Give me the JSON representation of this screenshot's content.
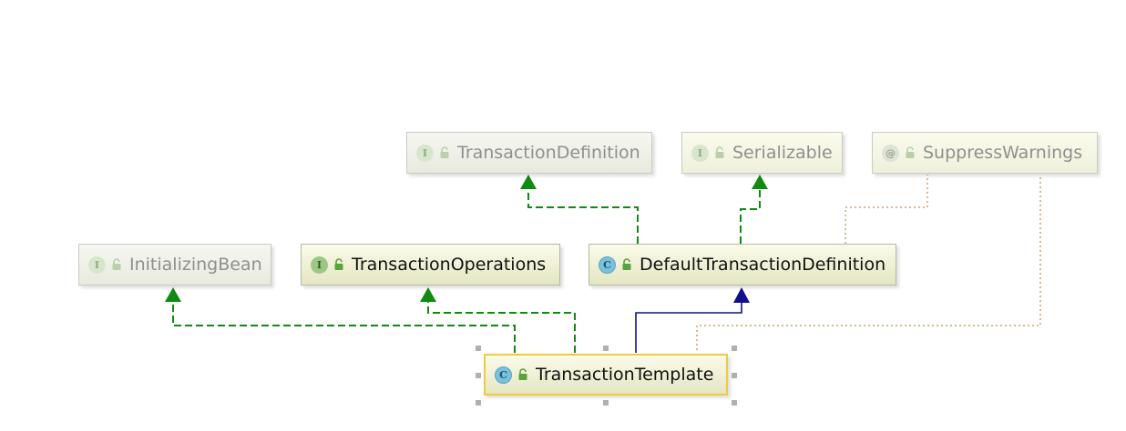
{
  "nodes": {
    "transaction_definition": {
      "label": "TransactionDefinition",
      "kind": "I"
    },
    "serializable": {
      "label": "Serializable",
      "kind": "I"
    },
    "suppress_warnings": {
      "label": "SuppressWarnings",
      "kind": "@"
    },
    "initializing_bean": {
      "label": "InitializingBean",
      "kind": "I"
    },
    "transaction_operations": {
      "label": "TransactionOperations",
      "kind": "I"
    },
    "default_transaction_definition": {
      "label": "DefaultTransactionDefinition",
      "kind": "C"
    },
    "transaction_template": {
      "label": "TransactionTemplate",
      "kind": "C"
    }
  },
  "colors": {
    "implements_arrow": "#108a10",
    "extends_arrow": "#10108a",
    "annotation_link": "#c8a46a",
    "selection_border": "#f2c93b"
  },
  "icons": {
    "interface": "interface-icon",
    "class": "class-icon",
    "annotation": "annotation-icon",
    "visibility": "unlock-icon"
  }
}
